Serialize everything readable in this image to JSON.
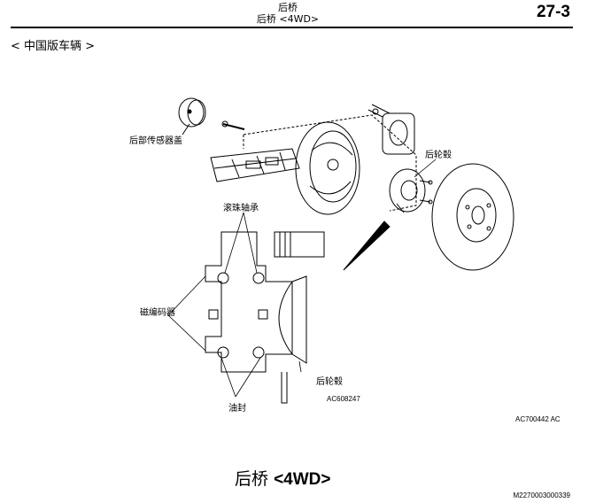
{
  "header": {
    "title": "后桥",
    "subtitle": "后桥 <4WD>",
    "page_number": "27-3"
  },
  "section_heading": "< 中国版车辆 >",
  "figure": {
    "labels": {
      "rear_sensor_cover": "后部传感器盖",
      "rear_hub": "后轮毂",
      "roller_bearing": "滚珠轴承",
      "magnetic_encoder": "磁编码器",
      "rear_hub_detail": "后轮毂",
      "oil_seal": "油封"
    },
    "codes": {
      "detail": "AC608247",
      "main": "AC700442 AC"
    }
  },
  "caption": {
    "prefix": "后桥",
    "suffix": "<4WD>"
  },
  "doc_id": "M2270003000339"
}
